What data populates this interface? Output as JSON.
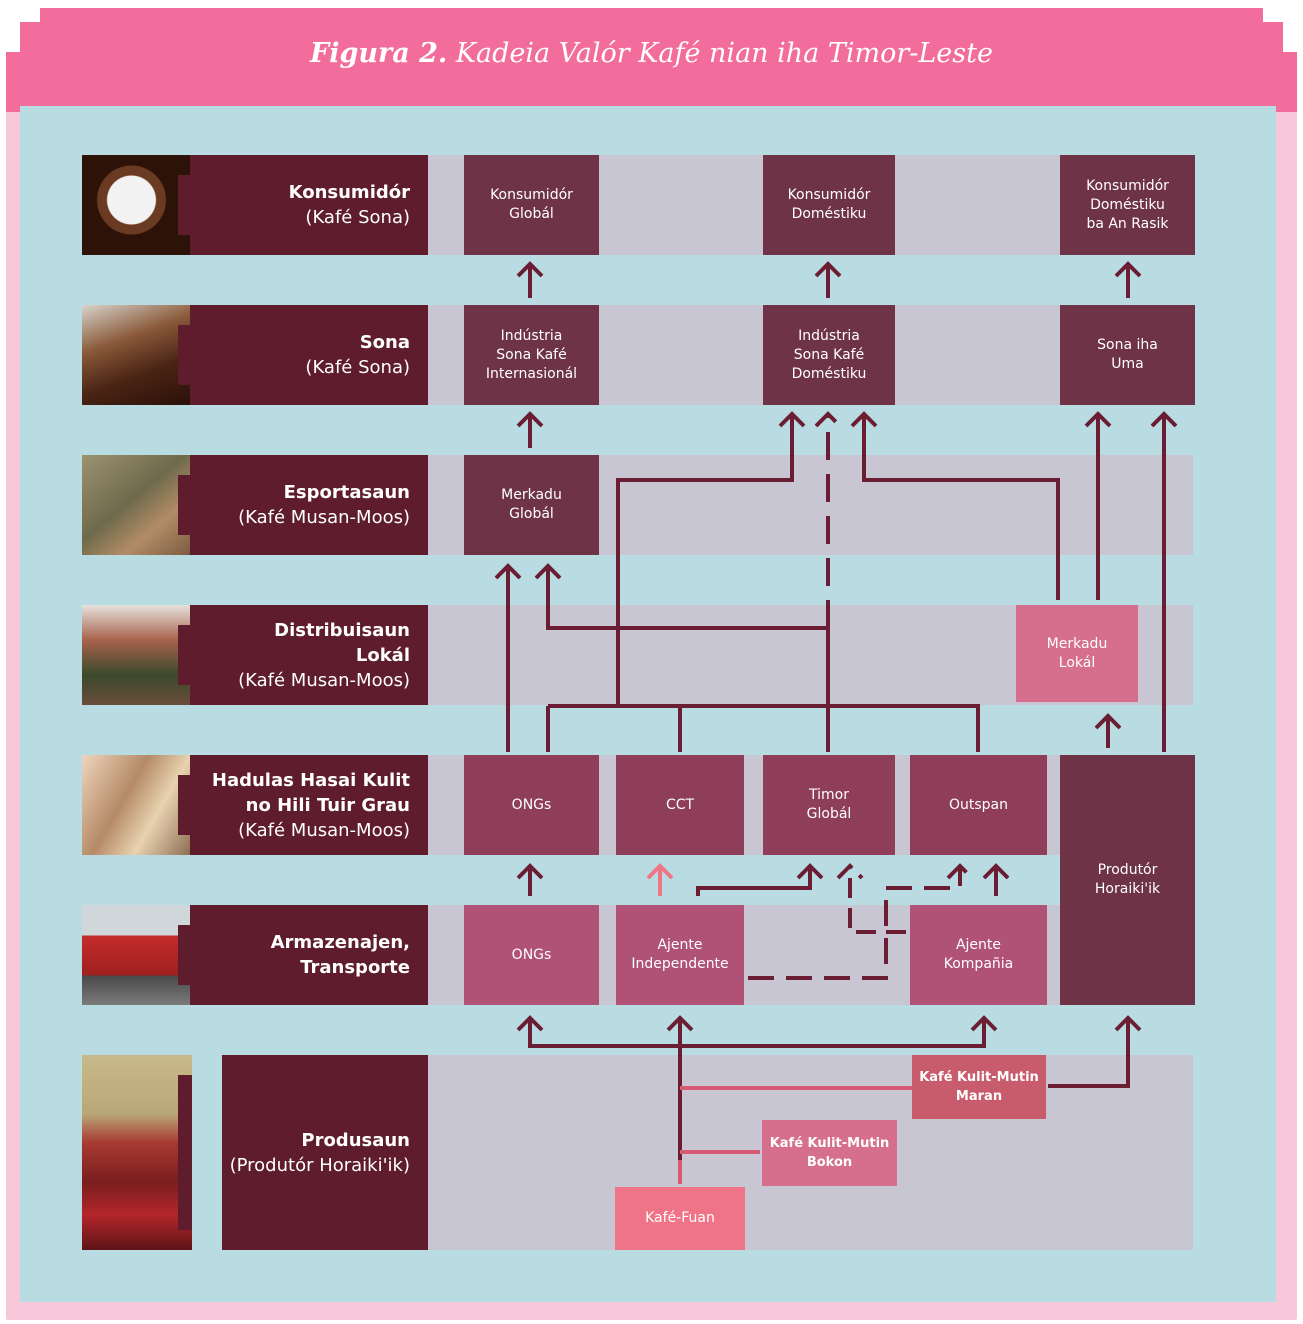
{
  "figure": {
    "title_prefix": "Figura 2.",
    "title_text": "Kadeia Valór Kafé nian iha Timor-Leste"
  },
  "rows": [
    {
      "title": "Konsumidór",
      "subtitle": "(Kafé Sona)",
      "photo": "coffee-cup-photo"
    },
    {
      "title": "Sona",
      "subtitle": "(Kafé Sona)",
      "photo": "roasted-beans-photo"
    },
    {
      "title": "Esportasaun",
      "subtitle": "(Kafé Musan-Moos)",
      "photo": "green-bean-sack-photo"
    },
    {
      "title": "Distribuisaun\nLokál",
      "subtitle": "(Kafé Musan-Moos)",
      "photo": "market-photo"
    },
    {
      "title": "Hadulas Hasai Kulit\nno Hili Tuir Grau",
      "subtitle": "(Kafé Musan-Moos)",
      "photo": "processing-photo"
    },
    {
      "title": "Armazenajen,\nTransporte",
      "subtitle": "",
      "photo": "truck-photo"
    },
    {
      "title": "Produsaun",
      "subtitle": "(Produtór Horaiki'ik)",
      "photo": "coffee-cherries-photo"
    }
  ],
  "nodes": {
    "konsumidor_global": "Konsumidór\nGlobál",
    "konsumidor_domestiku": "Konsumidór\nDoméstiku",
    "konsumidor_an_rasik": "Konsumidór\nDoméstiku\nba An Rasik",
    "industria_internasional": "Indústria\nSona Kafé\nInternasionál",
    "industria_domestiku": "Indústria\nSona Kafé\nDoméstiku",
    "sona_iha_uma": "Sona iha\nUma",
    "merkadu_global": "Merkadu\nGlobál",
    "merkadu_lokal": "Merkadu\nLokál",
    "ongs_processing": "ONGs",
    "cct": "CCT",
    "timor_global": "Timor\nGlobál",
    "outspan": "Outspan",
    "produtor_horaikiik": "Produtór\nHoraiki'ik",
    "ongs_transport": "ONGs",
    "ajente_independente": "Ajente\nIndependente",
    "ajente_kompania": "Ajente\nKompañia",
    "kafe_kulit_mutin_maran": "Kafé Kulit-Mutin\nMaran",
    "kafe_kulit_mutin_bokon": "Kafé Kulit-Mutin\nBokon",
    "kafe_fuan": "Kafé-Fuan"
  },
  "colors": {
    "header": "#f26d9b",
    "panel": "#b9dce3",
    "band": "#c9c6d4",
    "label": "#5e1c2d",
    "line": "#6b1d33",
    "highlight_arrow": "#f07487"
  }
}
